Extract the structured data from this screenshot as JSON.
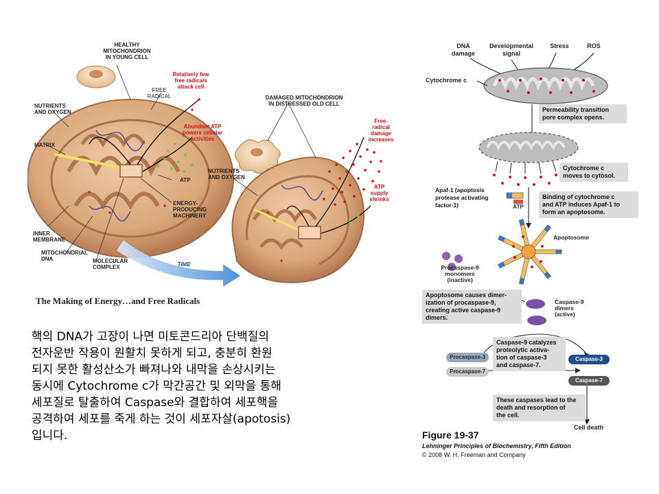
{
  "left_figure": {
    "caption": "The Making of Energy…and Free Radicals",
    "labels": {
      "healthy": "HEALTHY\nMITOCHONDRION\nIN YOUNG CELL",
      "few_radicals": "Relatively few\nfree radicals\nattack cell",
      "free_radical": "FREE\nRADICAL",
      "nutrients1": "NUTRIENTS\nAND OXYGEN",
      "abundant_atp": "Abundant ATP\npowers cellular\nactivities",
      "matrix": "MATRIX",
      "atp1": "ATP",
      "energy_machinery": "ENERGY-\nPRODUCING\nMACHINERY",
      "inner_membrane": "INNER\nMEMBRANE",
      "mito_dna": "MITOCHONDRIAL\nDNA",
      "molecular_complex": "MOLECULAR\nCOMPLEX",
      "time": "TIME",
      "damaged": "DAMAGED MITOCHONDRION\nIN DISTRESSED OLD CELL",
      "nutrients2": "NUTRIENTS\nAND OXYGEN",
      "free_radical_damage": "Free-\nradical\ndamage\nincreases",
      "atp_supply": "ATP\nsupply\nshrinks"
    }
  },
  "korean_text": "핵의 DNA가 고장이 나면 미토콘드리아 단백질의\n전자운반 작용이 원활치 못하게 되고, 충분히 환원\n되지 못한 활성산소가 빠져나와 내막을 손상시키는\n동시에 Cytochrome c가 막간공간 및 외막을 통해\n세포질로 탈출하여 Caspase와 결합하여 세포핵을\n공격하여 세포를 죽게 하는 것이 세포자살(apotosis)\n입니다.",
  "right_figure": {
    "triggers": [
      "DNA\ndamage",
      "Developmental\nsignal",
      "Stress",
      "ROS"
    ],
    "cytochrome_label": "Cytochrome c",
    "steps": {
      "permeability": "Permeability transition\npore complex opens.",
      "moves": "Cytochrome c\nmoves to cytosol.",
      "apaf": "Apaf-1 (apoptosis\nprotease activating\nfactor-1)",
      "atp": "ATP",
      "binding": "Binding of cytochrome c\nand ATP induces Apaf-1 to\nform an apoptosome.",
      "apoptosome": "Apoptosome",
      "procaspase9": "Procaspase-9\nmonomers\n(inactive)",
      "dimerization": "Apoptosome causes dimer-\nization of procaspase-9,\ncreating active caspase-9\ndimers.",
      "caspase9": "Caspase-9\ndimers\n(active)",
      "catalyzes": "Caspase-9 catalyzes\nproteolytic activa-\ntion of caspase-3\nand caspase-7.",
      "procaspase3": "Procaspase-3",
      "procaspase7": "Procaspase-7",
      "caspase3": "Caspase-3",
      "caspase7": "Caspase-7",
      "lead": "These caspases lead to the\ndeath and resorption of\nthe cell.",
      "cell_death": "Cell death"
    },
    "figure_title": "Figure 19-37",
    "figure_subtitle": "Lehninger Principles of Biochemistry, Fifth Edition",
    "copyright": "© 2008 W. H. Freeman and Company"
  },
  "colors": {
    "mito_tan": "#d9a77a",
    "mito_dark": "#b57a52",
    "red_text": "#d0121b",
    "blue_pill": "#1f4e8c",
    "gray_box": "#dcdcdc"
  }
}
